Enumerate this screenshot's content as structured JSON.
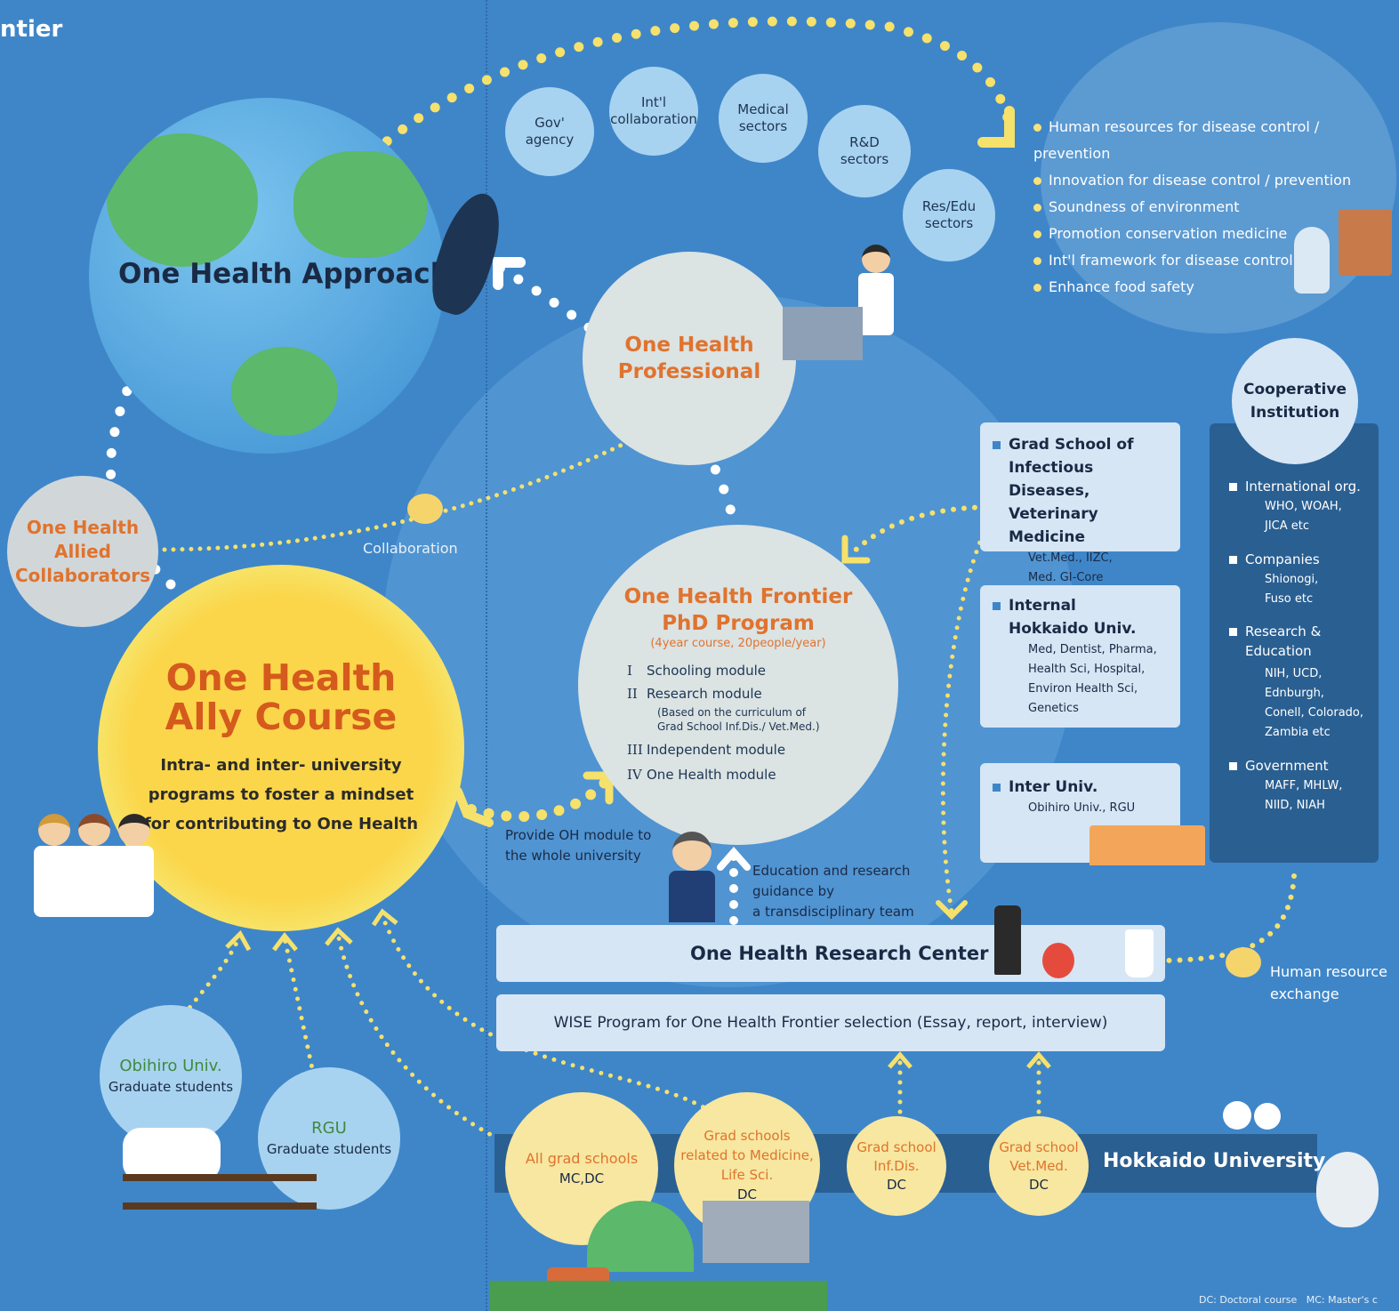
{
  "header_fragment": "ntier",
  "approach": {
    "title": "One Health Approach"
  },
  "sectors": [
    "Gov' agency",
    "Int'l collaboration",
    "Medical sectors",
    "R&D sectors",
    "Res/Edu sectors"
  ],
  "outcomes": [
    "Human resources for disease control / prevention",
    "Innovation for disease control / prevention",
    "Soundness of environment",
    "Promotion conservation medicine",
    "Int'l framework for disease control",
    "Enhance food safety"
  ],
  "professional": {
    "line1": "One Health",
    "line2": "Professional"
  },
  "allied": {
    "line1": "One Health",
    "line2": "Allied",
    "line3": "Collaborators"
  },
  "collaboration_label": "Collaboration",
  "ally": {
    "line1": "One Health",
    "line2": "Ally Course",
    "desc1": "Intra- and inter- university",
    "desc2": "programs to foster a mindset",
    "desc3": "for contributing to One Health"
  },
  "phd": {
    "line1": "One Health Frontier",
    "line2": "PhD Program",
    "sub": "(4year course, 20people/year)",
    "modules": [
      {
        "num": "I",
        "label": "Schooling module"
      },
      {
        "num": "II",
        "label": "Research module"
      },
      {
        "num": "III",
        "label": "Independent module"
      },
      {
        "num": "IV",
        "label": "One Health module"
      }
    ],
    "note1": "(Based on the curriculum of",
    "note2": "Grad School Inf.Dis./ Vet.Med.)"
  },
  "provide_oh": {
    "line1": "Provide OH module to",
    "line2": "the whole university"
  },
  "education": {
    "line1": "Education and research",
    "line2": "guidance by",
    "line3": "a transdisciplinary team"
  },
  "grad_panel": {
    "t1": "Grad School of",
    "t2": "Infectious Diseases,",
    "t3": "Veterinary Medicine",
    "s1": "Vet.Med., IIZC,",
    "s2": "Med. GI-Core"
  },
  "internal_panel": {
    "t1": "Internal",
    "t2": "Hokkaido Univ.",
    "s1": "Med, Dentist, Pharma,",
    "s2": "Health Sci, Hospital,",
    "s3": "Environ Health Sci,",
    "s4": "Genetics"
  },
  "inter_panel": {
    "t1": "Inter Univ.",
    "s1": "Obihiro Univ., RGU"
  },
  "cooperative": {
    "t1": "Cooperative",
    "t2": "Institution",
    "items": [
      {
        "title": "International org.",
        "lines": [
          "WHO, WOAH,",
          "JICA etc"
        ]
      },
      {
        "title": "Companies",
        "lines": [
          "Shionogi,",
          "Fuso etc"
        ]
      },
      {
        "title": "Research &",
        "title2": "Education",
        "lines": [
          "NIH, UCD,",
          "Ednburgh,",
          "Conell, Colorado,",
          "Zambia etc"
        ]
      },
      {
        "title": "Government",
        "lines": [
          "MAFF, MHLW,",
          "NIID, NIAH"
        ]
      }
    ]
  },
  "research_center": "One Health Research Center",
  "wise": "WISE Program for One Health Frontier selection (Essay, report, interview)",
  "human_exchange": {
    "line1": "Human resource",
    "line2": "exchange"
  },
  "obihiro": {
    "line1": "Obihiro Univ.",
    "line2": "Graduate students"
  },
  "rgu": {
    "line1": "RGU",
    "line2": "Graduate students"
  },
  "hokkaido": "Hokkaido University",
  "schools": [
    {
      "l1": "All grad schools",
      "l2": "",
      "l3": "MC,DC"
    },
    {
      "l1": "Grad schools",
      "l2": "related to Medicine,",
      "l3": "Life Sci.",
      "l4": "DC"
    },
    {
      "l1": "Grad school",
      "l2": "Inf.Dis.",
      "l3": "DC"
    },
    {
      "l1": "Grad school",
      "l2": "Vet.Med.",
      "l3": "DC"
    }
  ],
  "footnote": "DC: Doctoral course   MC: Master's c"
}
